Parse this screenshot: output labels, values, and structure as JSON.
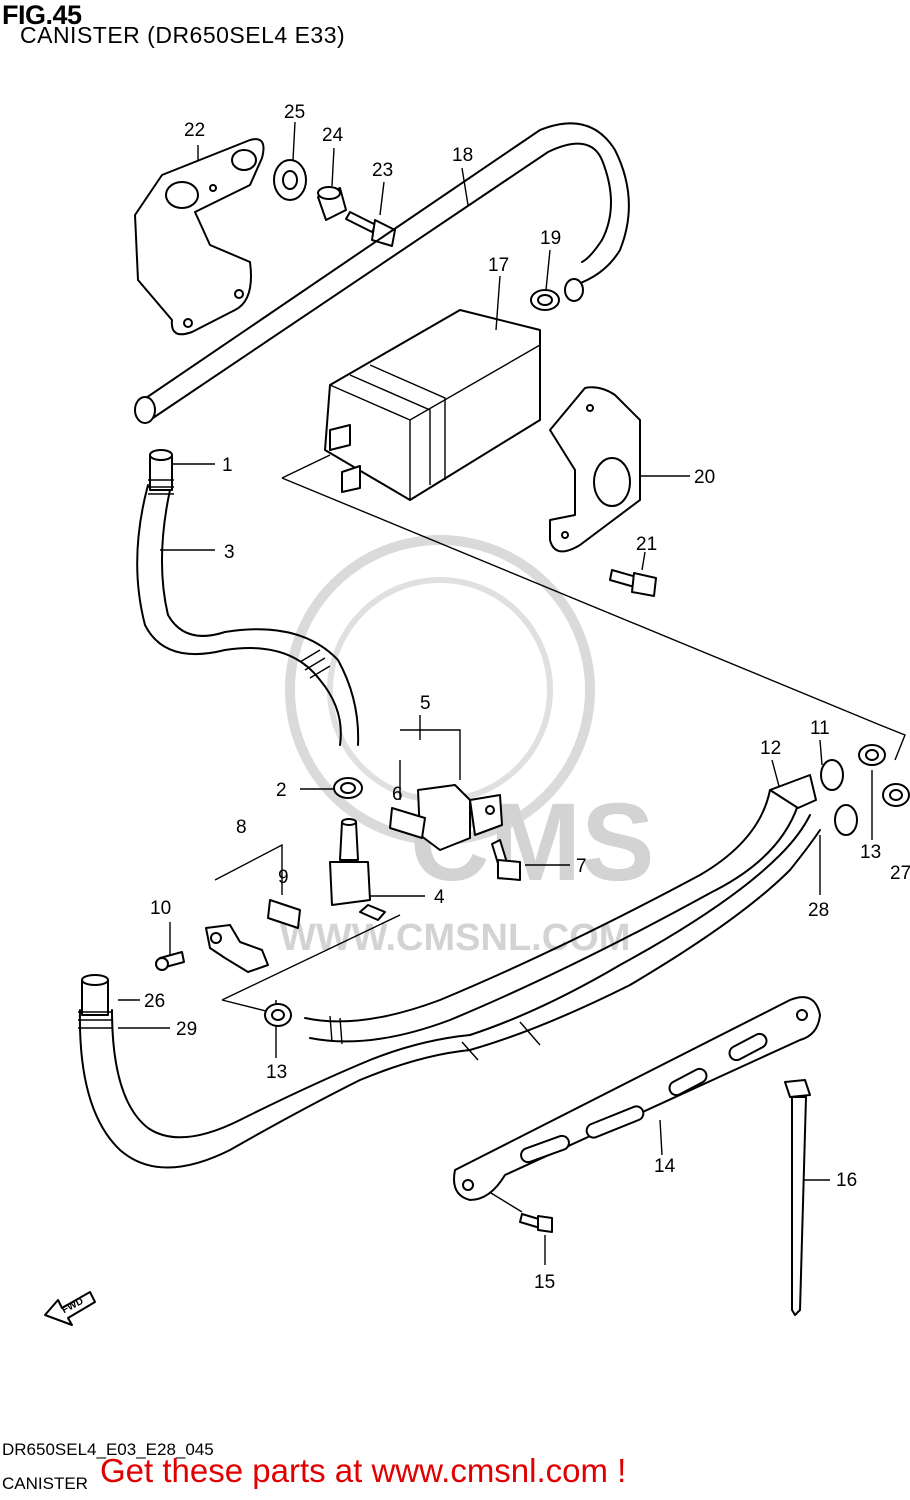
{
  "header": {
    "figure": "FIG.45",
    "subtitle": "CANISTER (DR650SEL4 E33)"
  },
  "footer": {
    "code": "DR650SEL4_E03_E28_045",
    "name": "CANISTER",
    "promo": "Get these parts at www.cmsnl.com !"
  },
  "watermark": {
    "brand": "CMS",
    "url": "WWW.CMSNL.COM"
  },
  "direction_badge": "FWD",
  "callouts": [
    "1",
    "2",
    "3",
    "4",
    "5",
    "6",
    "7",
    "8",
    "9",
    "10",
    "11",
    "12",
    "13",
    "13",
    "14",
    "15",
    "16",
    "17",
    "18",
    "19",
    "20",
    "21",
    "22",
    "23",
    "24",
    "25",
    "26",
    "27",
    "28",
    "29"
  ],
  "colors": {
    "promo_text": "#e00000",
    "line_art": "#000000",
    "watermark": "#cfcfcf"
  }
}
